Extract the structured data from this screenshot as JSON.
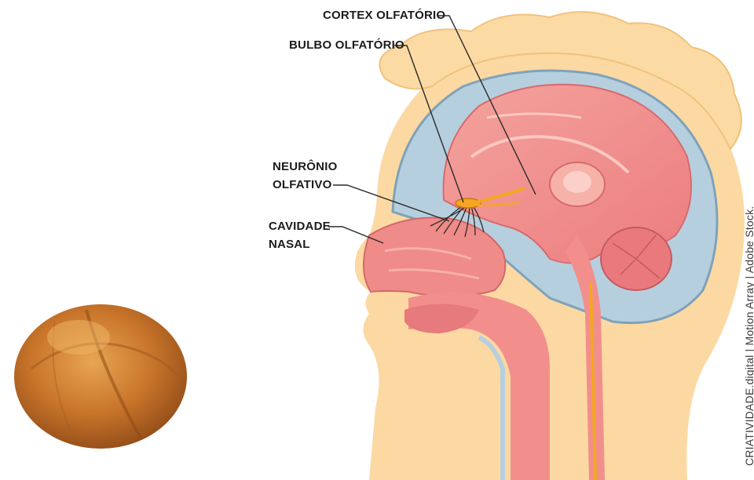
{
  "labels": {
    "cortex": "CORTEX OLFATÓRIO",
    "bulbo": "BULBO OLFATÓRIO",
    "neuronio_line1": "NEURÔNIO",
    "neuronio_line2": "OLFATIVO",
    "cavidade_line1": "CAVIDADE",
    "cavidade_line2": "NASAL"
  },
  "credit": "CRIATIVIDADE.digital  |  Motion Array  |  Adobe Stock.",
  "colors": {
    "skin": "#fcd9a2",
    "hair": "#fcdaa4",
    "skull": "#b6cfdf",
    "brain": "#f08a8a",
    "brain_light": "#f6b1a8",
    "nerve": "#f5a623",
    "bread": "#c8742a",
    "leader": "#2a2a2a"
  },
  "icons": [
    "bread-roll-image",
    "human-head-cross-section"
  ]
}
